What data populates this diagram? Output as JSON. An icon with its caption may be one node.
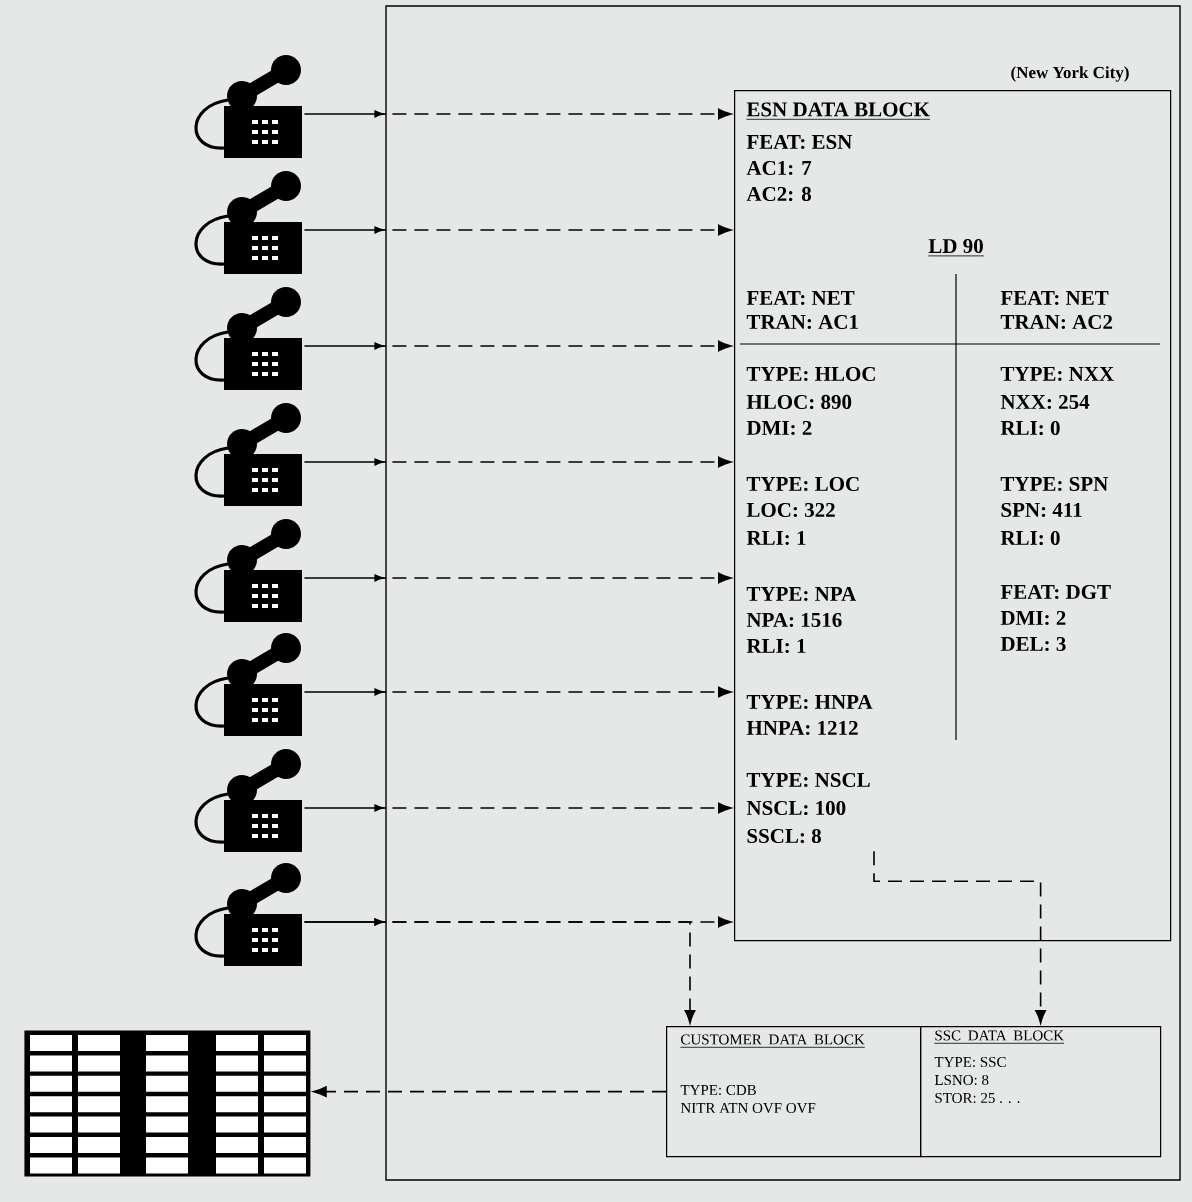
{
  "diagram": {
    "nodes": [
      {
        "text": [],
        "shape": "telephone"
      },
      {
        "text": [],
        "shape": "telephone"
      },
      {
        "text": [],
        "shape": "telephone"
      },
      {
        "text": [],
        "shape": "telephone"
      },
      {
        "text": [],
        "shape": "telephone"
      },
      {
        "text": [],
        "shape": "telephone"
      },
      {
        "text": [],
        "shape": "telephone"
      },
      {
        "text": [],
        "shape": "telephone"
      },
      {
        "text": [
          "ESN DATA BLOCK",
          "FEAT: ESN",
          "AC1: 7",
          "AC2: 8",
          "LD 90",
          "FEAT: NET",
          "TRAN: AC1",
          "FEAT: NET",
          "TRAN: AC2",
          "TYPE: HLOC",
          "HLOC: 890",
          "DMI: 2",
          "TYPE: NXX",
          "NXX: 254",
          "RLI: 0",
          "TYPE: LOC",
          "LOC: 322",
          "RLI: 1",
          "TYPE: SPN",
          "SPN: 411",
          "RLI: 0",
          "TYPE: NPA",
          "NPA: 1516",
          "RLI: 1",
          "FEAT: DGT",
          "DMI: 2",
          "DEL: 3",
          "TYPE: HNPA",
          "HNPA: 1212",
          "TYPE: NSCL",
          "NSCL: 100",
          "SSCL: 8"
        ]
      },
      {
        "text": [
          "CUSTOMER DATA BLOCK",
          "TYPE: CDB",
          "NITR ATN OVF OVF"
        ]
      },
      {
        "text": [
          "SSC DATA BLOCK",
          "TYPE: SSC",
          "LSNO: 8",
          "STOR: 25 . . ."
        ]
      },
      {
        "text": [],
        "shape": "table"
      }
    ],
    "edges": [
      {
        "from": 0,
        "to": 8,
        "arrow": "to",
        "style": "dashed"
      },
      {
        "from": 1,
        "to": 8,
        "arrow": "to",
        "style": "dashed"
      },
      {
        "from": 2,
        "to": 8,
        "arrow": "to",
        "style": "dashed"
      },
      {
        "from": 3,
        "to": 8,
        "arrow": "to",
        "style": "dashed"
      },
      {
        "from": 4,
        "to": 8,
        "arrow": "to",
        "style": "dashed"
      },
      {
        "from": 5,
        "to": 8,
        "arrow": "to",
        "style": "dashed"
      },
      {
        "from": 6,
        "to": 8,
        "arrow": "to",
        "style": "dashed"
      },
      {
        "from": 7,
        "to": 8,
        "arrow": "to",
        "style": "dashed"
      },
      {
        "from": 7,
        "to": 9,
        "arrow": "to",
        "style": "dashed"
      },
      {
        "from": 8,
        "to": 10,
        "arrow": "to",
        "style": "dashed"
      },
      {
        "from": 9,
        "to": 11,
        "arrow": "to",
        "style": "dashed"
      }
    ],
    "labels": [
      "(New York City)"
    ]
  }
}
